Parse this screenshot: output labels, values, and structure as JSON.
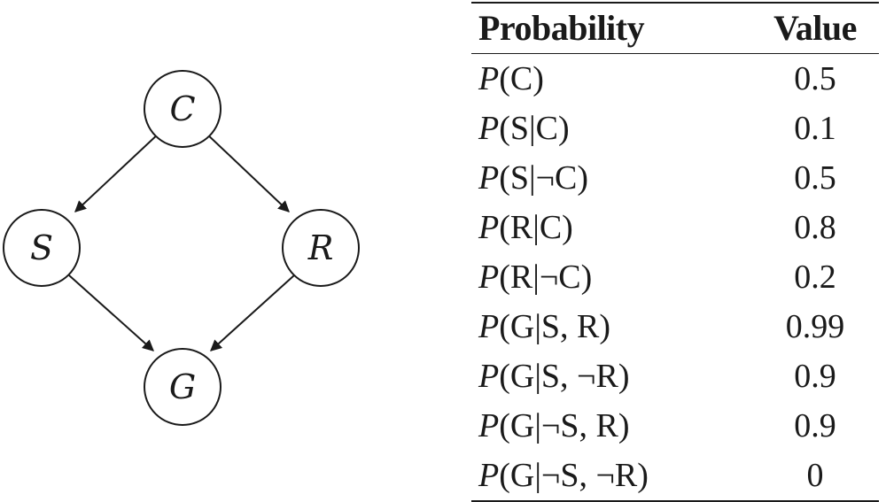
{
  "network": {
    "nodes": [
      {
        "id": "C",
        "label": "C"
      },
      {
        "id": "S",
        "label": "S"
      },
      {
        "id": "R",
        "label": "R"
      },
      {
        "id": "G",
        "label": "G"
      }
    ],
    "edges": [
      {
        "from": "C",
        "to": "S"
      },
      {
        "from": "C",
        "to": "R"
      },
      {
        "from": "S",
        "to": "G"
      },
      {
        "from": "R",
        "to": "G"
      }
    ]
  },
  "table": {
    "headers": {
      "probability": "Probability",
      "value": "Value"
    },
    "rows": [
      {
        "p": "P",
        "args": "(C)",
        "value": "0.5"
      },
      {
        "p": "P",
        "args": "(S|C)",
        "value": "0.1"
      },
      {
        "p": "P",
        "args": "(S|¬C)",
        "value": "0.5"
      },
      {
        "p": "P",
        "args": "(R|C)",
        "value": "0.8"
      },
      {
        "p": "P",
        "args": "(R|¬C)",
        "value": "0.2"
      },
      {
        "p": "P",
        "args": "(G|S, R)",
        "value": "0.99"
      },
      {
        "p": "P",
        "args": "(G|S, ¬R)",
        "value": "0.9"
      },
      {
        "p": "P",
        "args": "(G|¬S, R)",
        "value": "0.9"
      },
      {
        "p": "P",
        "args": "(G|¬S, ¬R)",
        "value": "0"
      }
    ]
  }
}
